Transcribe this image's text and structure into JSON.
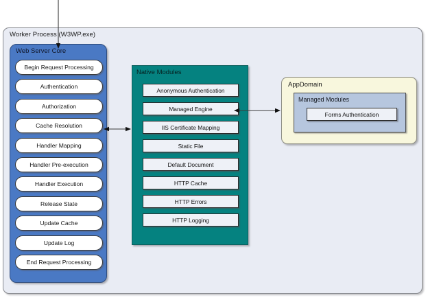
{
  "diagram": {
    "worker_process": {
      "label": "Worker Process (W3WP.exe)",
      "fill": "#e9ecf4",
      "stroke": "#888a8f"
    },
    "web_server_core": {
      "label": "Web Server Core",
      "fill": "#4a79c4",
      "stroke": "#2e4c7d",
      "items": [
        {
          "label": "Begin Request Processing"
        },
        {
          "label": "Authentication"
        },
        {
          "label": "Authorization"
        },
        {
          "label": "Cache Resolution"
        },
        {
          "label": "Handler Mapping"
        },
        {
          "label": "Handler Pre-execution"
        },
        {
          "label": "Handler Execution"
        },
        {
          "label": "Release State"
        },
        {
          "label": "Update Cache"
        },
        {
          "label": "Update Log"
        },
        {
          "label": "End Request Processing"
        }
      ]
    },
    "native_modules": {
      "label": "Native Modules",
      "fill": "#058280",
      "stroke": "#0a5e5c",
      "items": [
        {
          "label": "Anonymous Authentication"
        },
        {
          "label": "Managed Engine"
        },
        {
          "label": "IIS Certificate Mapping"
        },
        {
          "label": "Static File"
        },
        {
          "label": "Default Document"
        },
        {
          "label": "HTTP Cache"
        },
        {
          "label": "HTTP Errors"
        },
        {
          "label": "HTTP Logging"
        }
      ]
    },
    "appdomain": {
      "label": "AppDomain",
      "fill": "#f8f7dd",
      "stroke": "#8a8a80",
      "managed_modules": {
        "label": "Managed Modules",
        "fill": "#b6c6de",
        "items": [
          {
            "label": "Forms Authentication"
          }
        ]
      }
    },
    "connectors": [
      {
        "name": "incoming-request-arrow",
        "direction": "down",
        "from": "external-top",
        "to": "Web Server Core"
      },
      {
        "name": "core-to-native-modules-arrow",
        "direction": "both",
        "from": "Web Server Core",
        "to": "Native Modules"
      },
      {
        "name": "managed-engine-to-appdomain-arrow",
        "direction": "both",
        "from": "Managed Engine",
        "to": "AppDomain"
      }
    ]
  }
}
